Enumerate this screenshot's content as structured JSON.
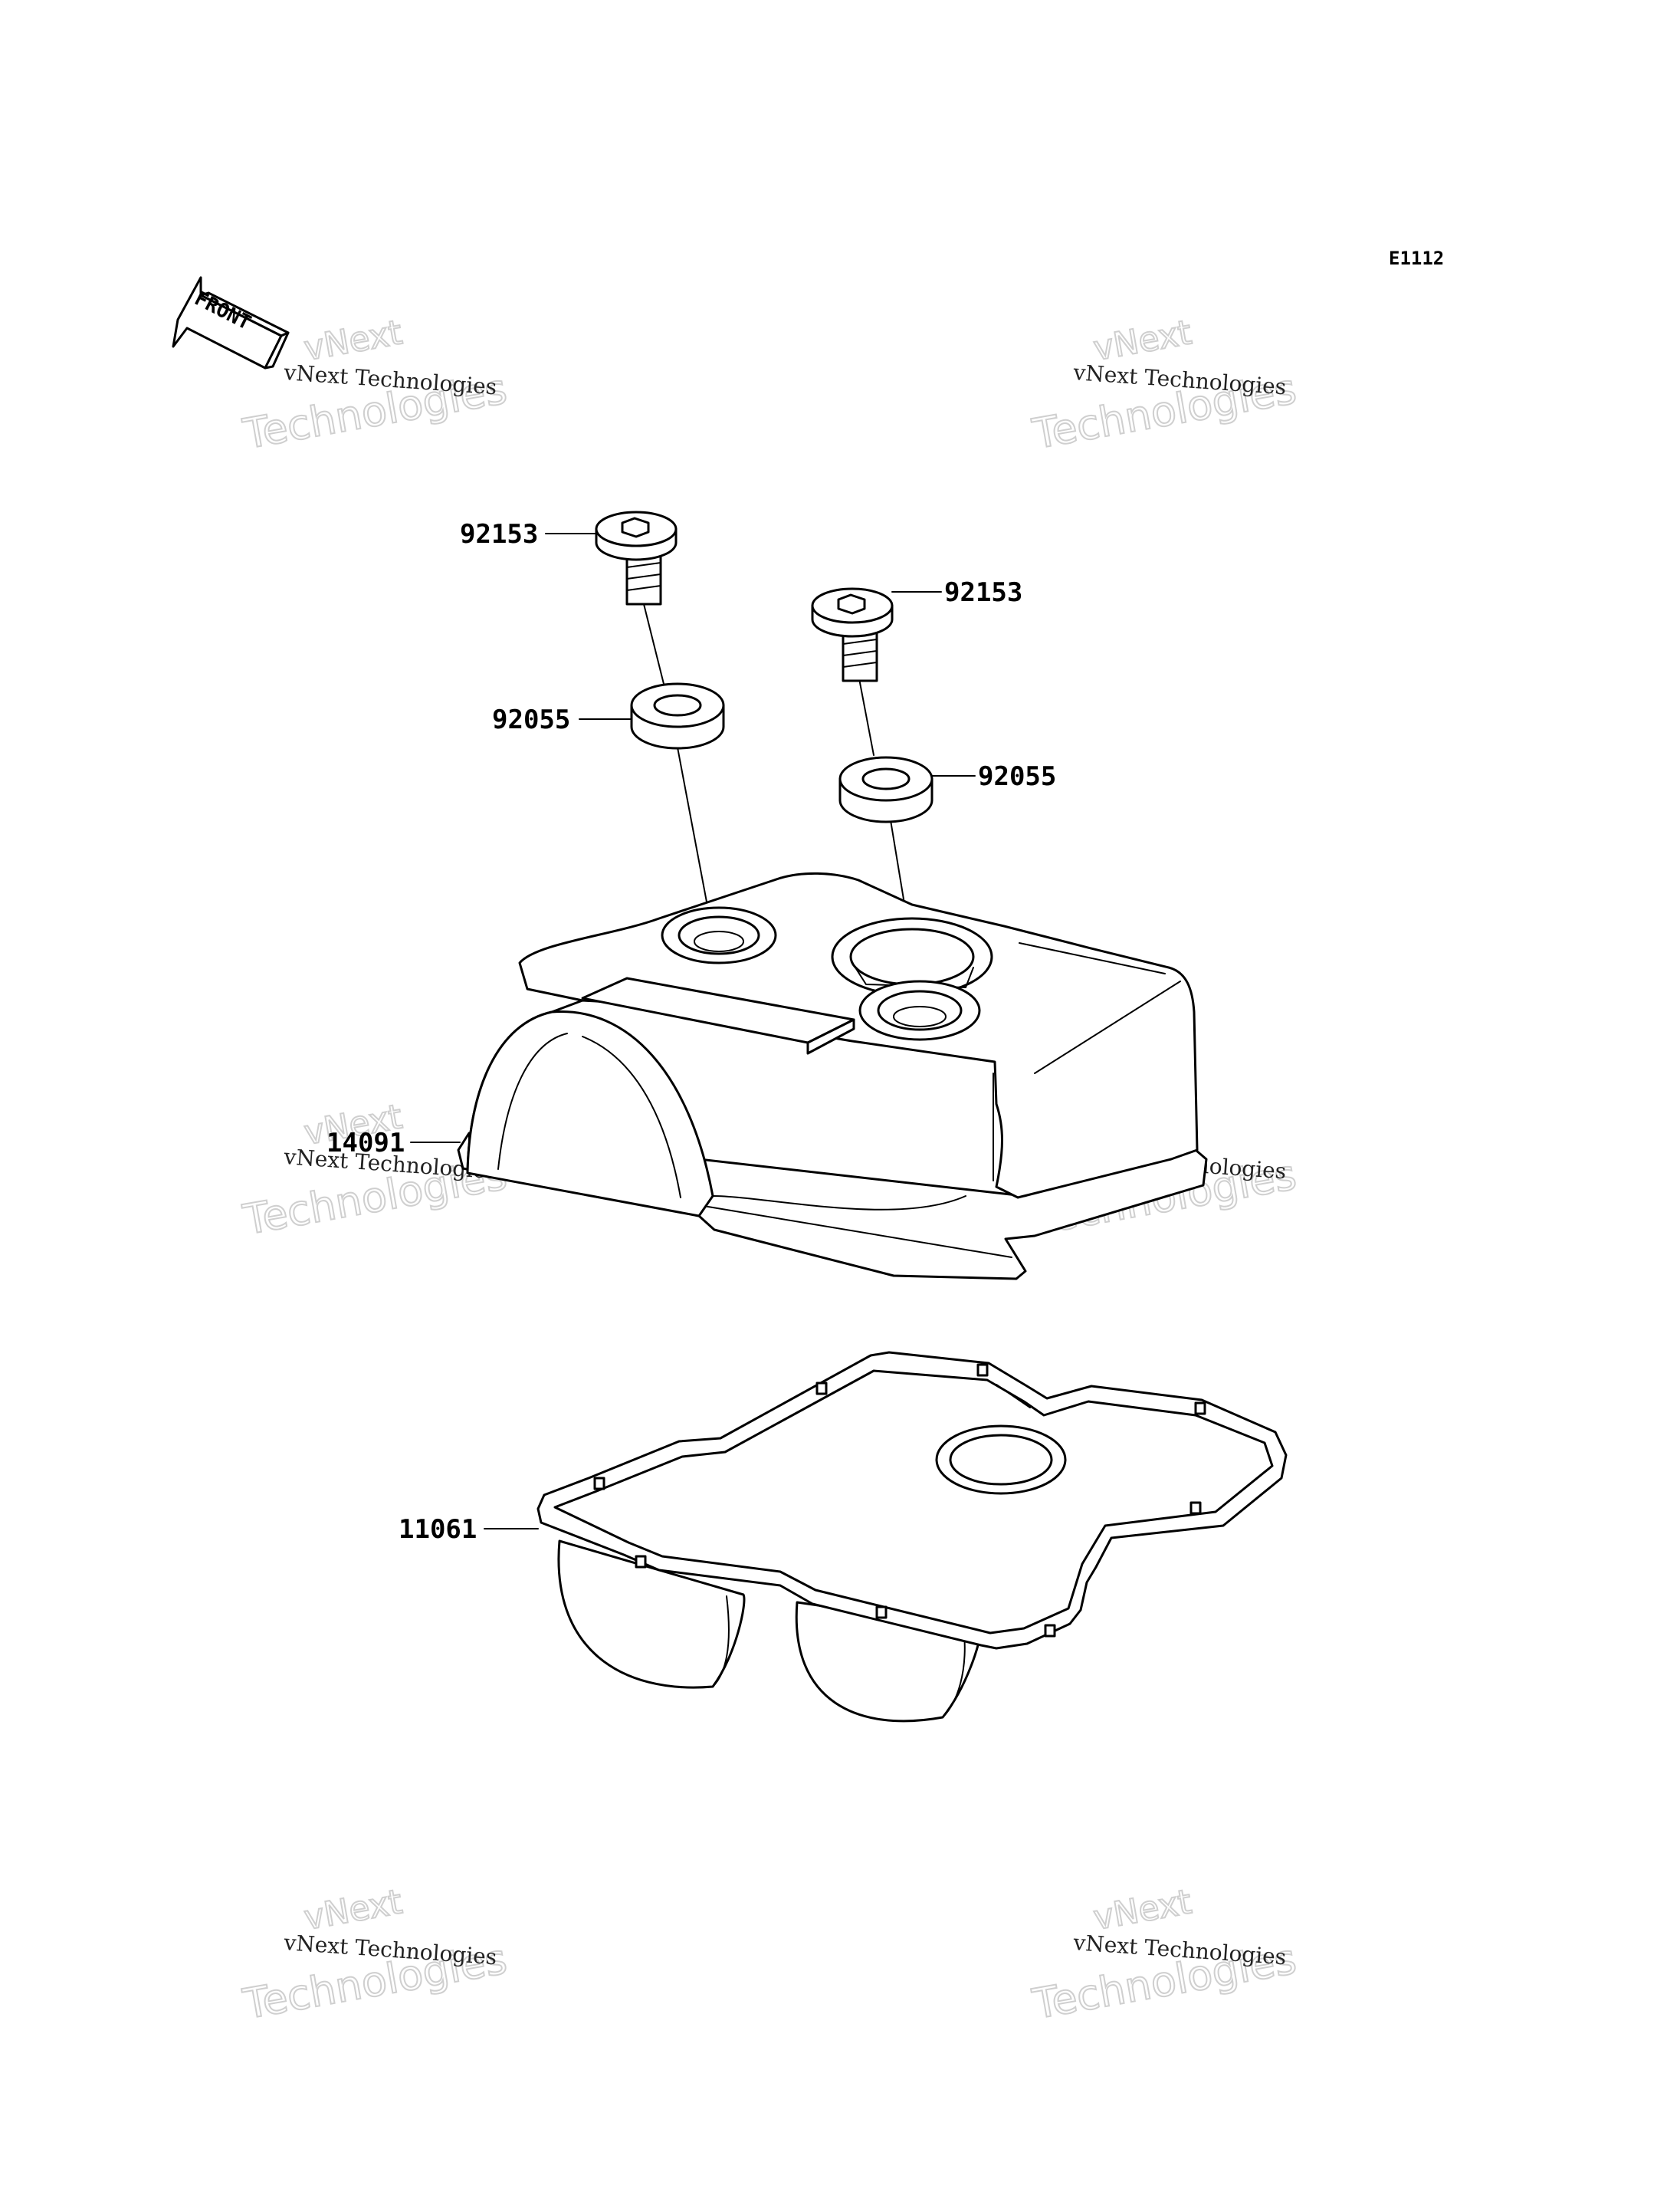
{
  "diagram_code": "E1112",
  "front_label": "FRONT",
  "watermark": {
    "line1": "vNext Technologies",
    "line2": "Technologies",
    "line3": "vNext"
  },
  "callouts": {
    "bolt_left": "92153",
    "bolt_right": "92153",
    "washer_left": "92055",
    "washer_right": "92055",
    "cover": "14091",
    "gasket": "11061"
  }
}
